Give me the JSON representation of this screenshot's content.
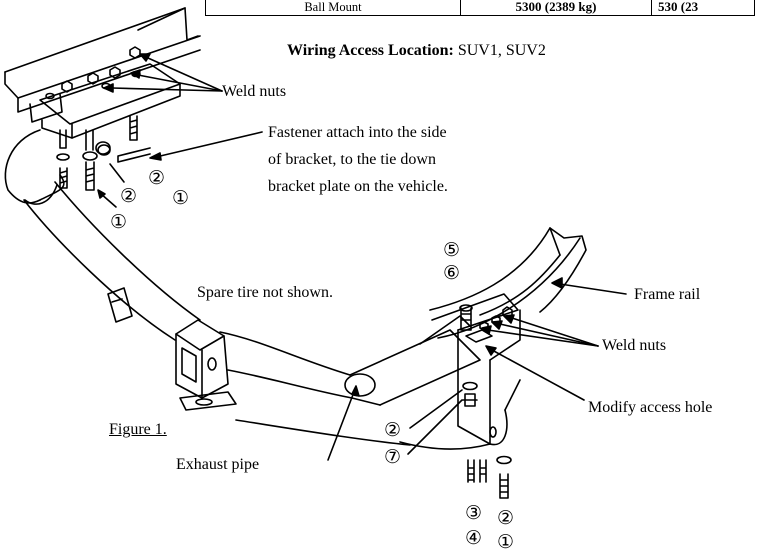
{
  "table": {
    "row_label": "Ball Mount",
    "col2": "5300 (2389 kg)",
    "col3": "530 (23"
  },
  "wiring": {
    "label": "Wiring Access Location:",
    "value": "SUV1, SUV2"
  },
  "callouts": {
    "weld_nuts_top": "Weld nuts",
    "fastener_line1": "Fastener attach into the side",
    "fastener_line2": "of bracket, to the tie down",
    "fastener_line3": "bracket plate on the vehicle.",
    "spare_tire": "Spare tire not shown.",
    "frame_rail": "Frame rail",
    "weld_nuts_right": "Weld nuts",
    "modify_access_hole": "Modify access hole",
    "exhaust_pipe": "Exhaust pipe",
    "figure": "Figure 1."
  },
  "part_numbers": {
    "left_2": "②",
    "left_1": "①",
    "mid_2": "②",
    "mid_1": "①",
    "right_5": "⑤",
    "right_6": "⑥",
    "lower_2": "②",
    "lower_7": "⑦",
    "bottom_3": "③",
    "bottom_4": "④",
    "bottom_r2": "②",
    "bottom_r1": "①"
  }
}
